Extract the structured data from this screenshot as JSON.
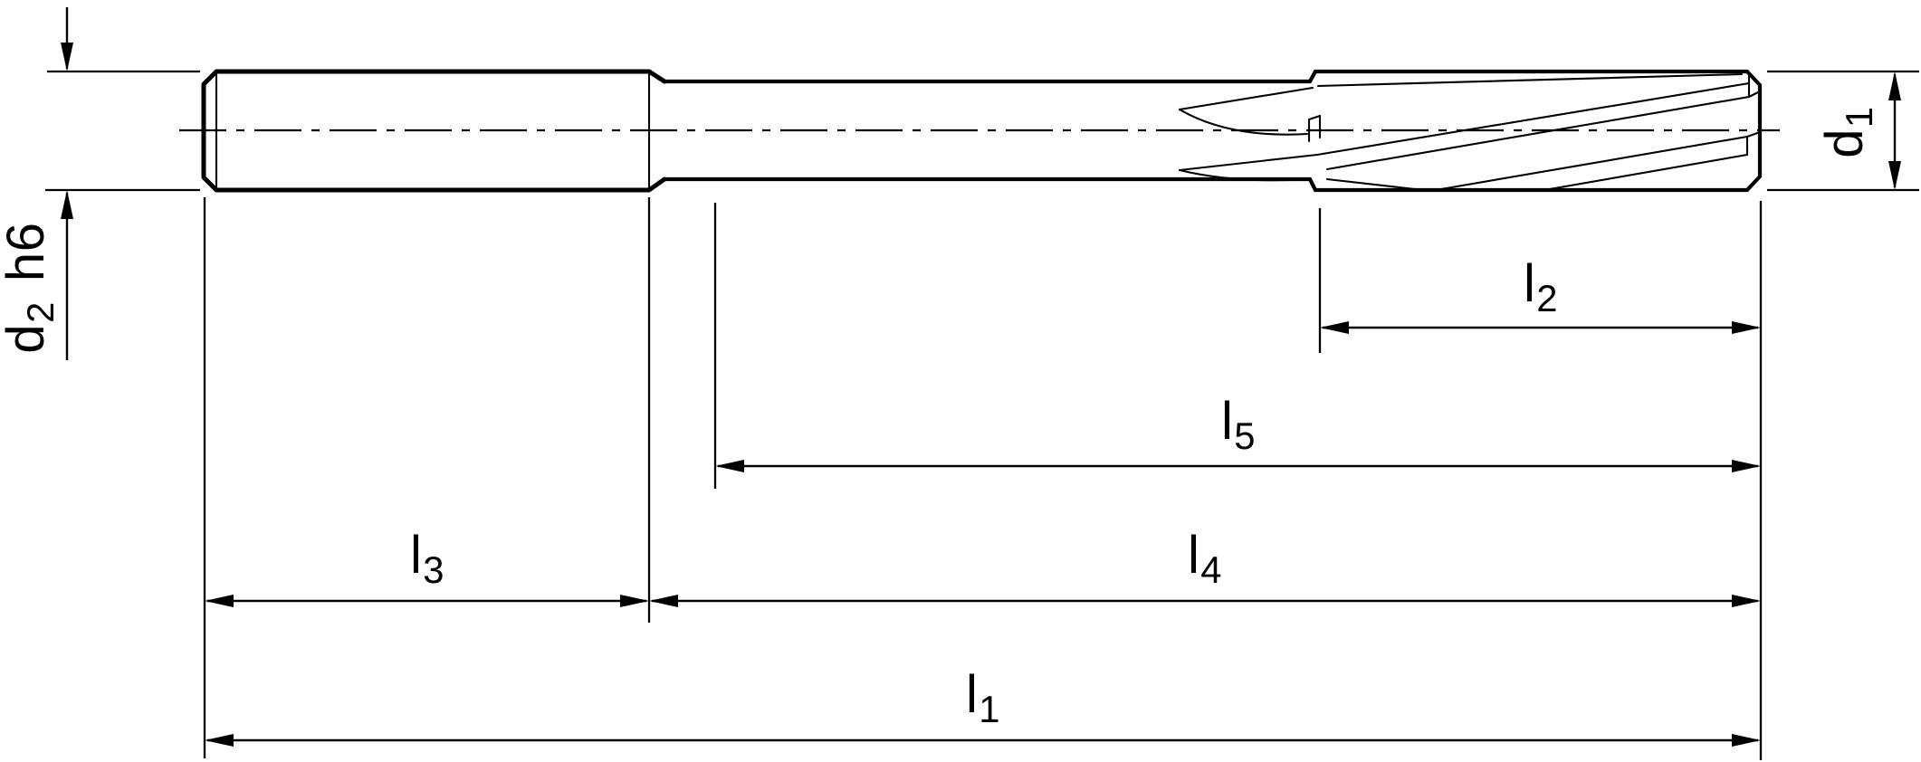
{
  "colors": {
    "background": "#ffffff",
    "line": "#000000"
  },
  "labels": {
    "d2": {
      "main": "d",
      "sub": "2",
      "suffix": "h6"
    },
    "d1": {
      "main": "d",
      "sub": "1"
    },
    "l1": {
      "main": "l",
      "sub": "1"
    },
    "l2": {
      "main": "l",
      "sub": "2"
    },
    "l3": {
      "main": "l",
      "sub": "3"
    },
    "l4": {
      "main": "l",
      "sub": "4"
    },
    "l5": {
      "main": "l",
      "sub": "5"
    }
  }
}
